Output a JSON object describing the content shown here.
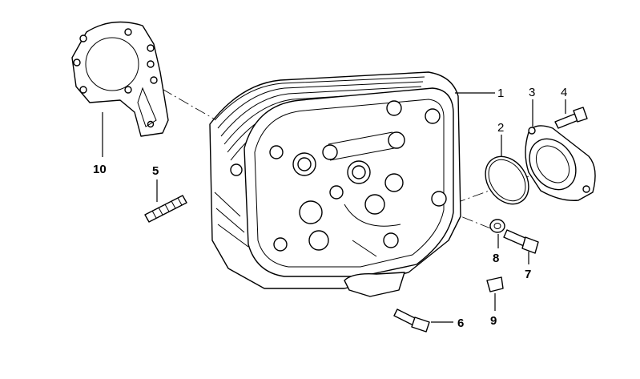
{
  "diagram": {
    "callouts": [
      {
        "id": "1",
        "label": "1",
        "bold": false
      },
      {
        "id": "2",
        "label": "2",
        "bold": false
      },
      {
        "id": "3",
        "label": "3",
        "bold": false
      },
      {
        "id": "4",
        "label": "4",
        "bold": false
      },
      {
        "id": "5",
        "label": "5",
        "bold": true
      },
      {
        "id": "6",
        "label": "6",
        "bold": true
      },
      {
        "id": "7",
        "label": "7",
        "bold": true
      },
      {
        "id": "8",
        "label": "8",
        "bold": true
      },
      {
        "id": "9",
        "label": "9",
        "bold": true
      },
      {
        "id": "10",
        "label": "10",
        "bold": true
      }
    ]
  }
}
